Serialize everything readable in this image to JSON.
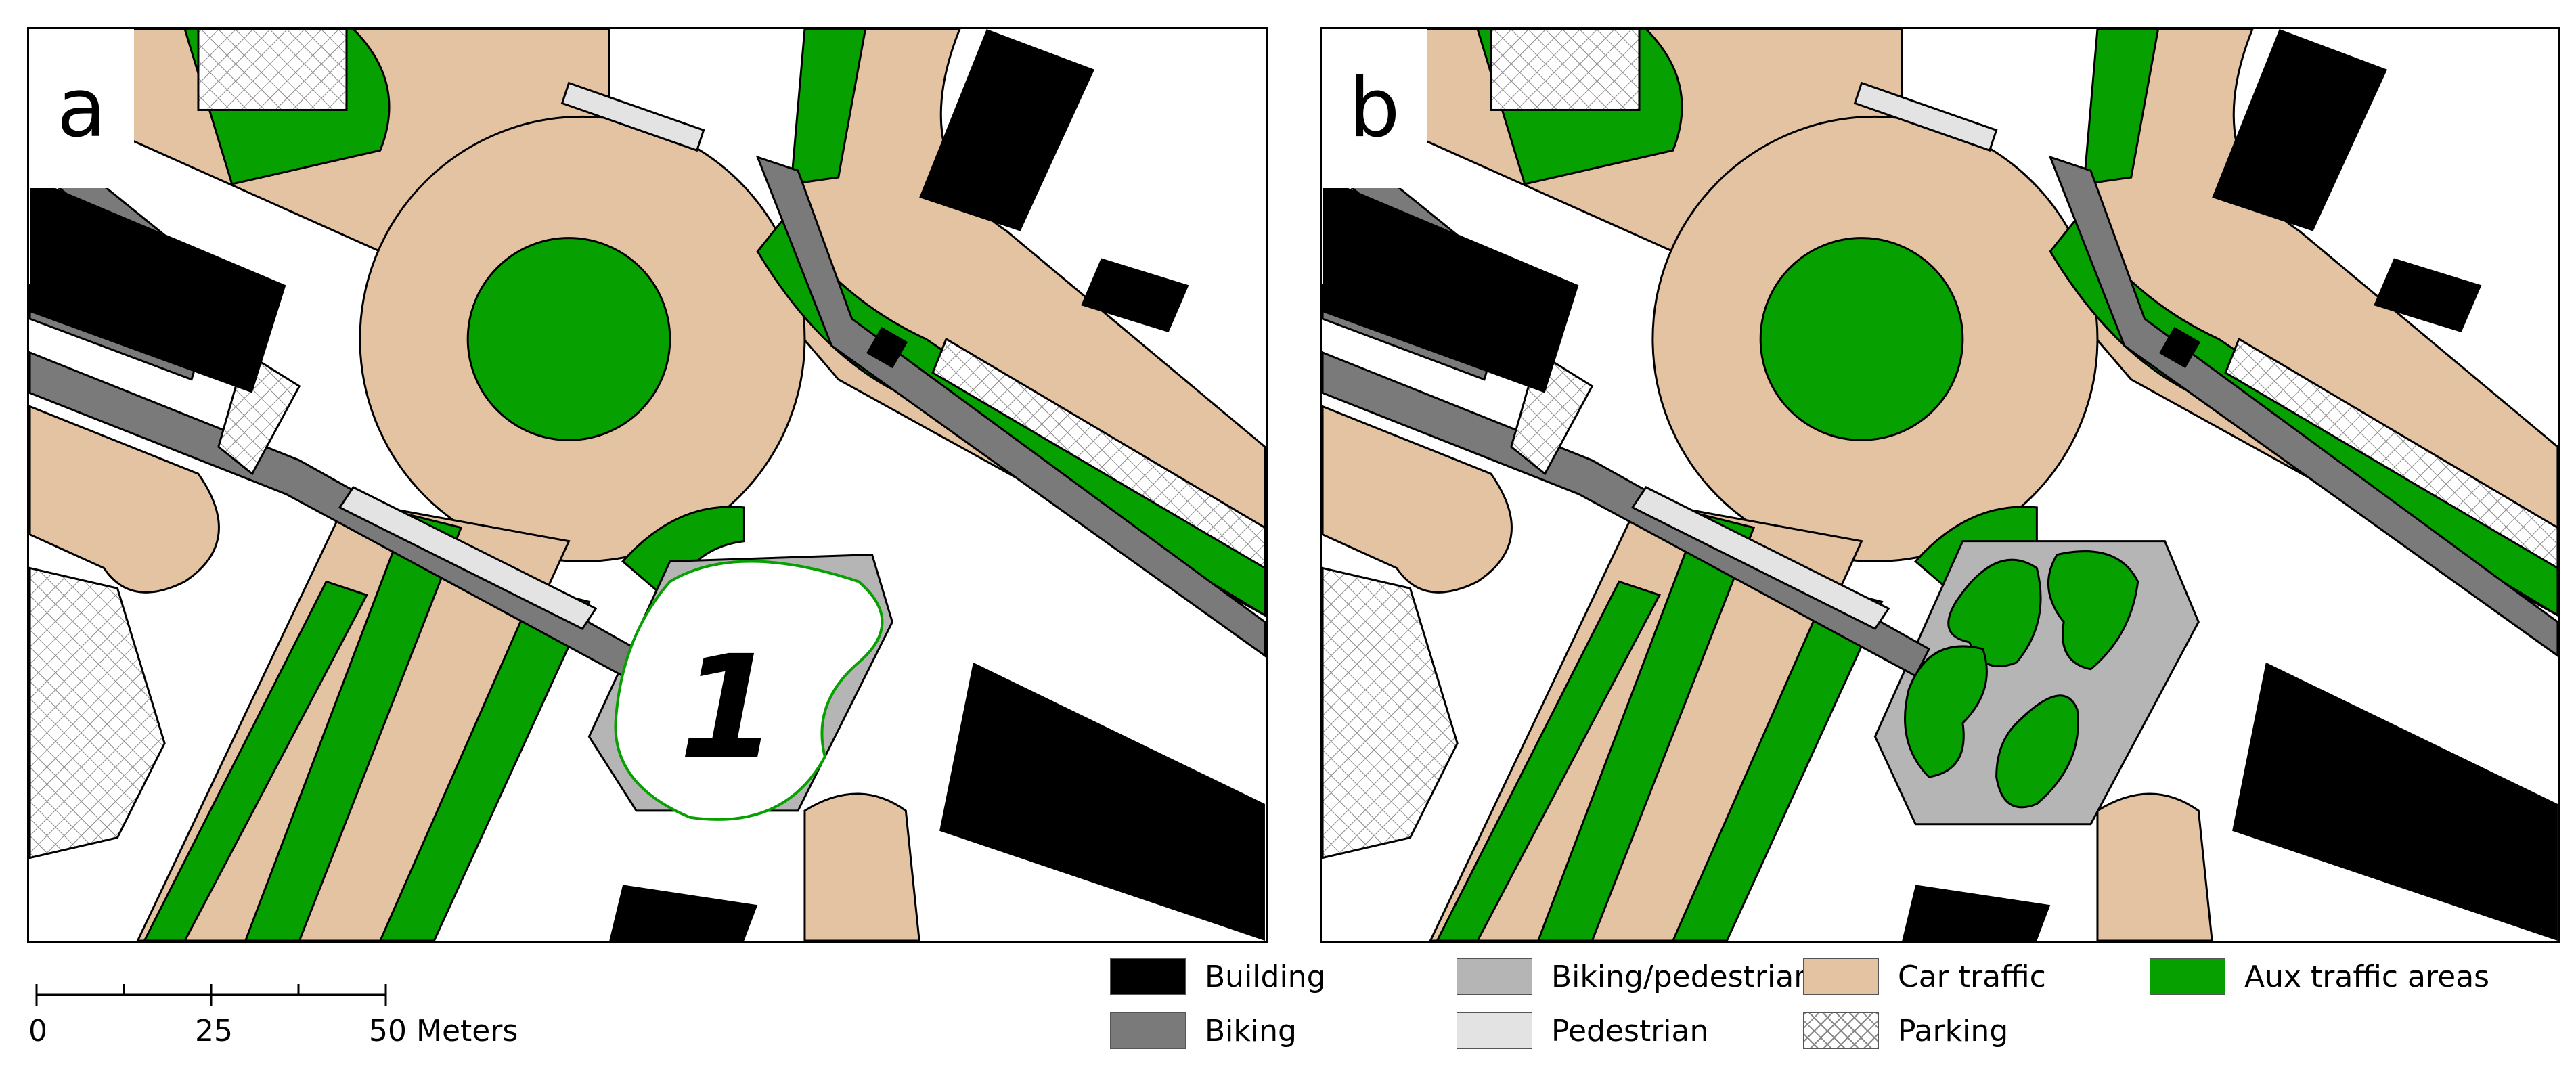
{
  "panels": [
    {
      "label": "a",
      "area_label": "1"
    },
    {
      "label": "b"
    }
  ],
  "scale": {
    "ticks": [
      "0",
      "25",
      "50 Meters"
    ]
  },
  "legend": {
    "items": [
      {
        "label": "Building",
        "color": "#000000"
      },
      {
        "label": "Biking",
        "color": "#7a7a7a"
      },
      {
        "label": "Biking/pedestrian",
        "color": "#b5b5b5"
      },
      {
        "label": "Pedestrian",
        "color": "#e3e3e3"
      },
      {
        "label": "Car traffic",
        "color": "#e3c3a1"
      },
      {
        "label": "Parking",
        "color": "#ffffff",
        "pattern": "crosshatch"
      },
      {
        "label": "Aux traffic areas",
        "color": "#06a100"
      }
    ]
  },
  "colors": {
    "building": "#000000",
    "biking": "#7a7a7a",
    "biking_pedestrian": "#b5b5b5",
    "pedestrian": "#e3e3e3",
    "car_traffic": "#e3c3a1",
    "parking": "#ffffff",
    "aux_traffic": "#06a100"
  }
}
